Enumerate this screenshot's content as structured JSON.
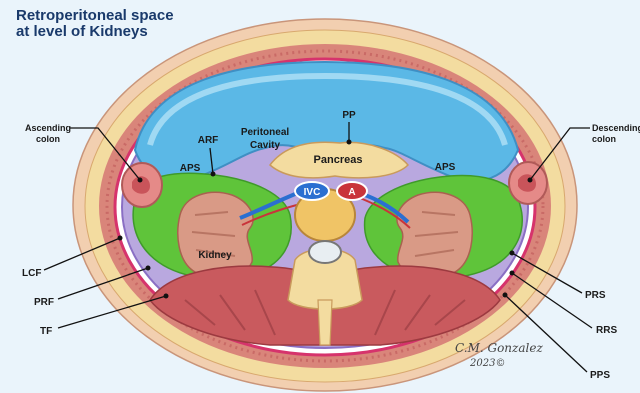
{
  "title": {
    "line1": "Retroperitoneal space",
    "line2": "at level of Kidneys"
  },
  "labels": {
    "ascending_colon": [
      "Ascending",
      "colon"
    ],
    "descending_colon": [
      "Descending",
      "colon"
    ],
    "arf": "ARF",
    "peritoneal_cavity": [
      "Peritoneal",
      "Cavity"
    ],
    "pp": "PP",
    "pancreas": "Pancreas",
    "aps_left": "APS",
    "aps_right": "APS",
    "ivc": "IVC",
    "aorta": "A",
    "kidney": "Kidney",
    "lcf": "LCF",
    "prf": "PRF",
    "tf": "TF",
    "prs": "PRS",
    "rrs": "RRS",
    "pps": "PPS"
  },
  "signature": [
    "C.M. Gonzalez",
    "2023©"
  ],
  "colors": {
    "background": "#eaf4fb",
    "title": "#1a3a6b",
    "peritoneal_cavity": "#5bb8e6",
    "anterior_pararenal_space": "#9b8fd0",
    "perirenal_space": "#5fc43a",
    "kidney": "#d99a86",
    "muscle": "#c95a5e",
    "fat": "#f3dca0",
    "fascia": "#d6336c"
  }
}
